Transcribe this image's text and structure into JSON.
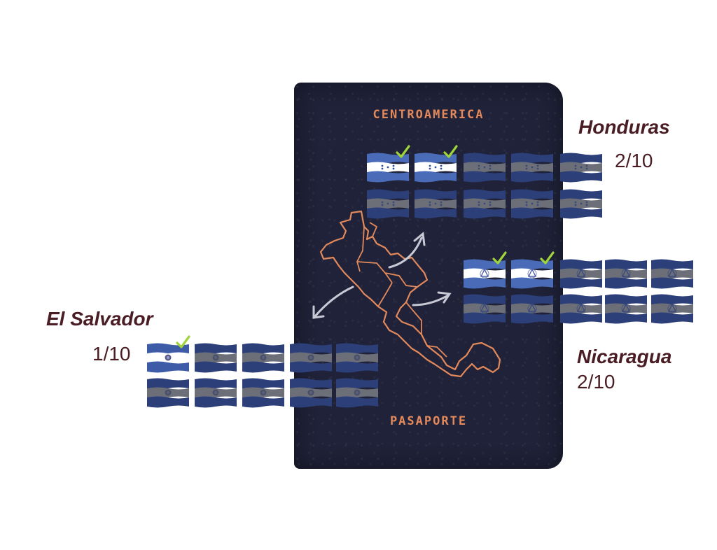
{
  "passport": {
    "top_label": "CENTROAMERICA",
    "bottom_label": "PASAPORTE"
  },
  "countries": [
    {
      "name": "Honduras",
      "score": "2/10",
      "visited": 2,
      "total": 10,
      "colors": {
        "stripe": "#4a6bb8",
        "center": "#ffffff",
        "emblem": "#2f4f9f"
      }
    },
    {
      "name": "Nicaragua",
      "score": "2/10",
      "visited": 2,
      "total": 10,
      "colors": {
        "stripe": "#4a6bb8",
        "center": "#ffffff",
        "emblem": "#5566aa"
      }
    },
    {
      "name": "El Salvador",
      "score": "1/10",
      "visited": 1,
      "total": 10,
      "colors": {
        "stripe": "#3e5ba8",
        "center": "#ffffff",
        "emblem": "#5a5a8a"
      }
    }
  ],
  "colors": {
    "passport": "#1f2238",
    "map_outline": "#e3895b",
    "label_text": "#4a1d24",
    "check": "#9fd43a",
    "inactive_stripe": "#2c3f78",
    "inactive_center": "#6d6f78"
  }
}
